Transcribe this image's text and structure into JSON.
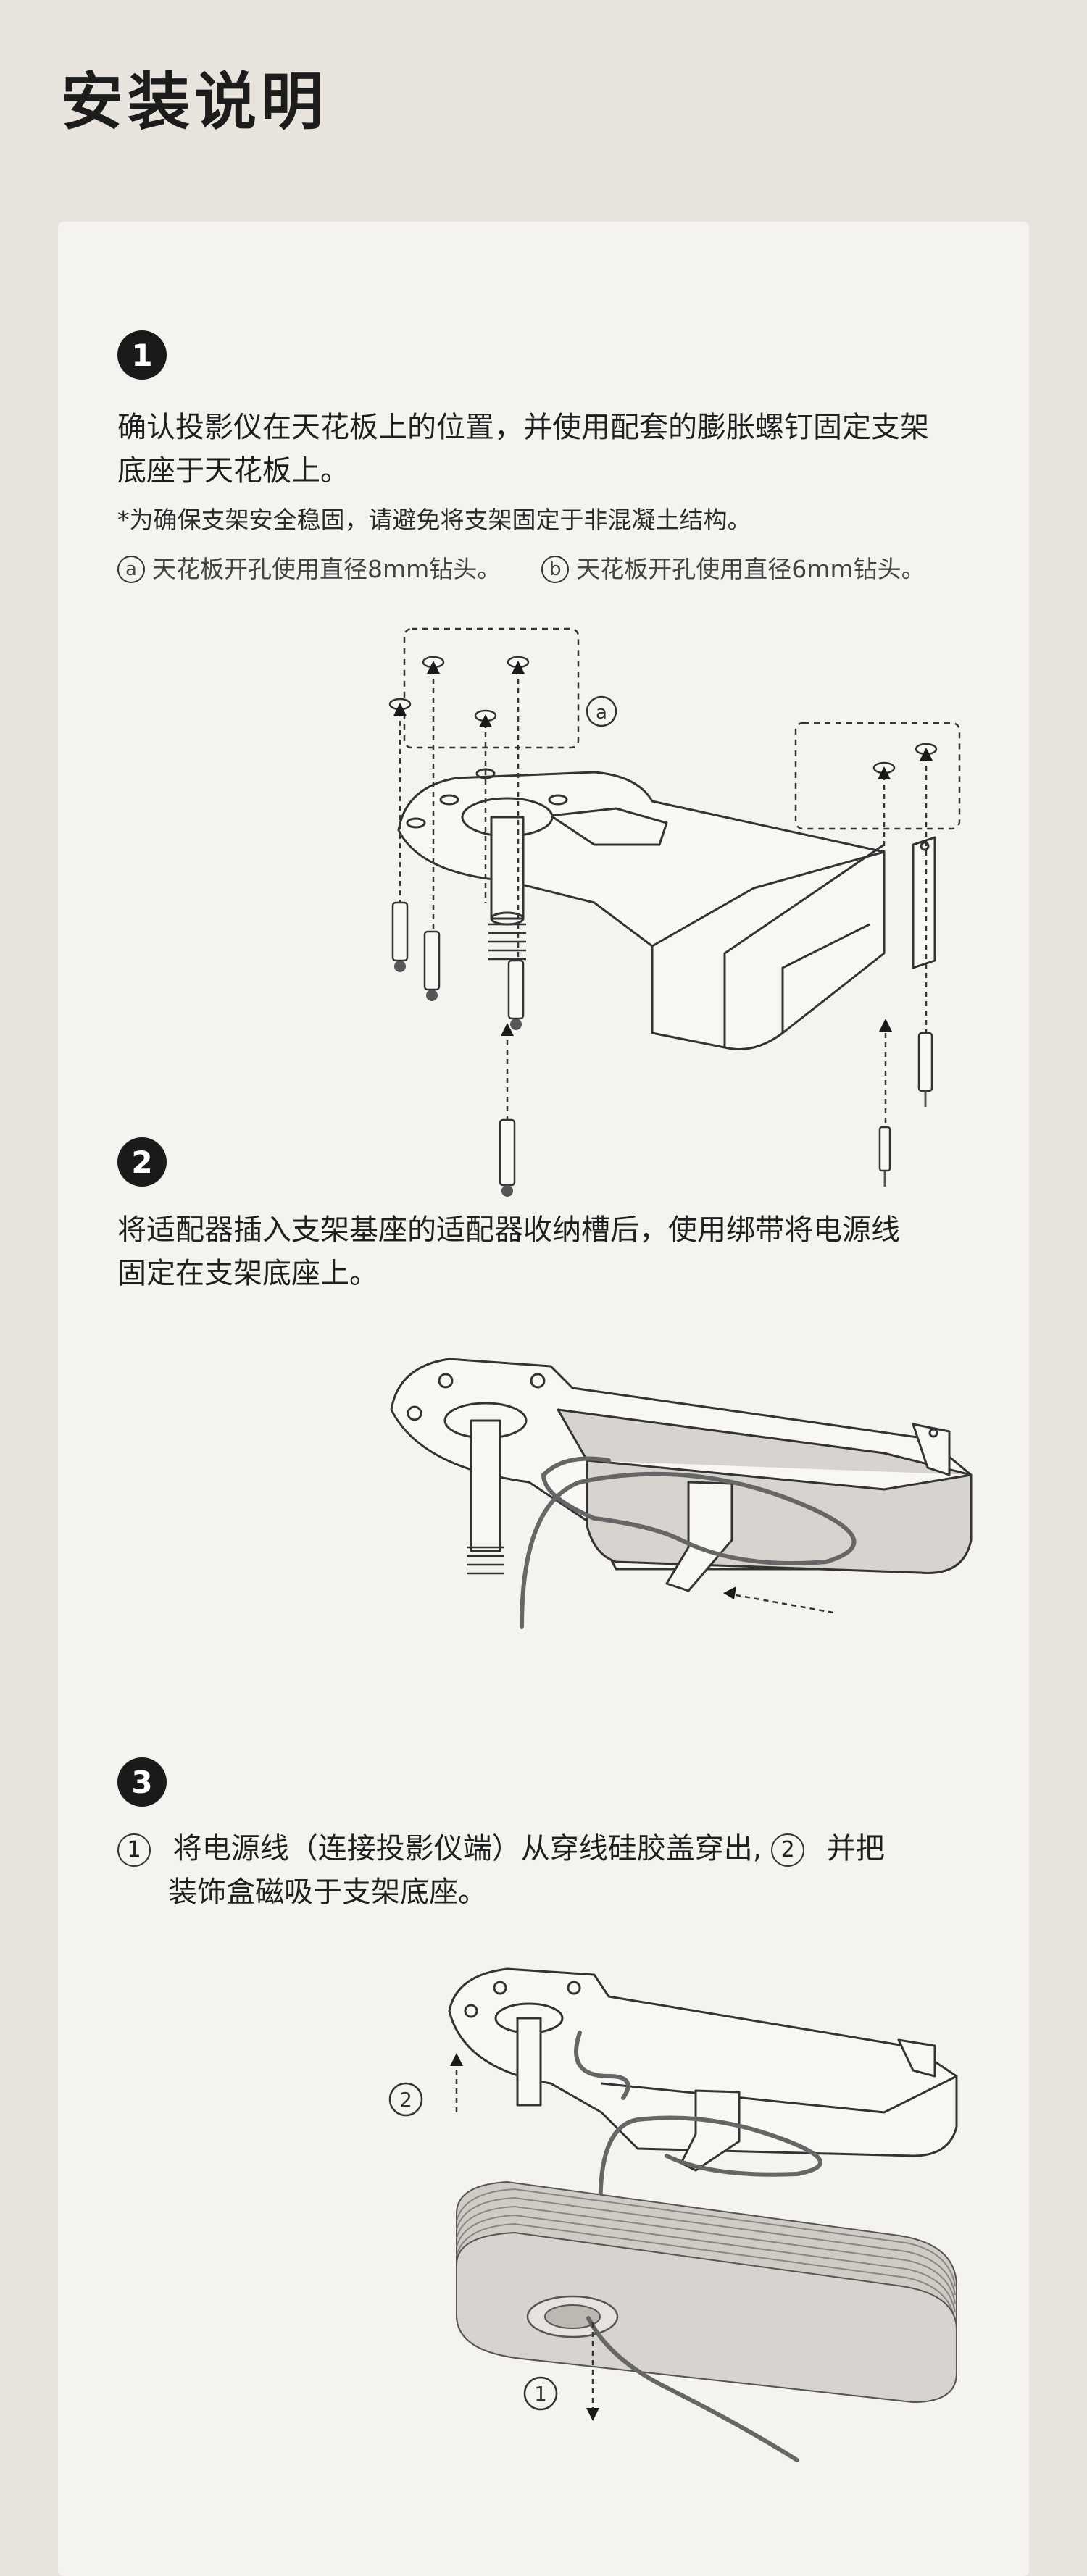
{
  "page": {
    "title": "安装说明"
  },
  "steps": [
    {
      "number": "1",
      "text_lines": [
        "确认投影仪在天花板上的位置，并使用配套的膨胀螺钉固定支架",
        "底座于天花板上。"
      ],
      "note": "*为确保支架安全稳固，请避免将支架固定于非混凝土结构。",
      "options": [
        {
          "marker": "a",
          "text": "天花板开孔使用直径8mm钻头。"
        },
        {
          "marker": "b",
          "text": "天花板开孔使用直径6mm钻头。"
        }
      ],
      "callout": "a"
    },
    {
      "number": "2",
      "text_lines": [
        "将适配器插入支架基座的适配器收纳槽后，使用绑带将电源线",
        "固定在支架底座上。"
      ]
    },
    {
      "number": "3",
      "line1_marker": "1",
      "line1_text": "将电源线（连接投影仪端）从穿线硅胶盖穿出,",
      "line1_marker2": "2",
      "line1_tail": "并把",
      "line2_text": "装饰盒磁吸于支架底座。",
      "callouts": [
        "2",
        "1"
      ]
    }
  ],
  "colors": {
    "background": "#e8e4dd",
    "card": "#f5f3ef",
    "badge": "#1a1a1a"
  }
}
